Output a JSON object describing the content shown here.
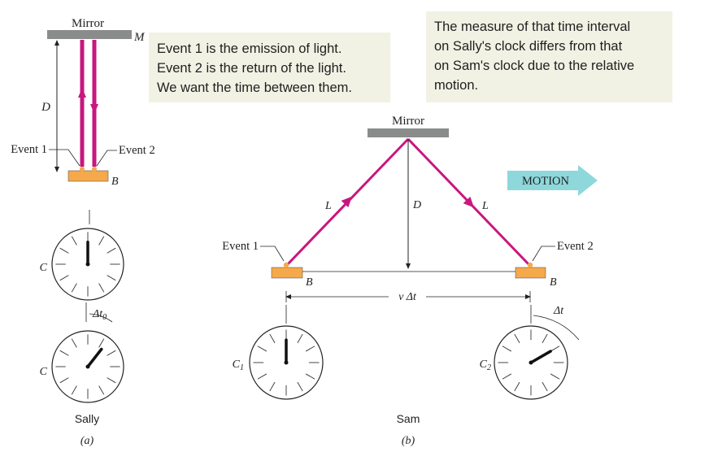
{
  "colors": {
    "light_path": "#c8177f",
    "body_orange": "#f6a94a",
    "mirror_gray": "#8a8c8c",
    "note_bg": "#f1f2e4",
    "motion_arrow": "#8ed8dc"
  },
  "notes": {
    "left": [
      "Event 1 is the emission of light.",
      "Event 2 is the return of the light.",
      "We want the time between them."
    ],
    "right": [
      "The measure of that time interval",
      "on Sally's clock differs from that",
      "on Sam's clock due to the relative",
      "motion."
    ]
  },
  "panel_a": {
    "mirror_label": "Mirror",
    "mirror_letter": "M",
    "distance_label": "D",
    "event1_label": "Event 1",
    "event2_label": "Event 2",
    "base_letter": "B",
    "clock1_letter": "C",
    "clock2_letter": "C",
    "interval_label": "Δt",
    "interval_subscript": "0",
    "observer_label": "Sally",
    "panel_label": "(a)"
  },
  "panel_b": {
    "mirror_label": "Mirror",
    "path_left_label": "L",
    "path_right_label": "L",
    "distance_label": "D",
    "event1_label": "Event 1",
    "event2_label": "Event 2",
    "base_left_letter": "B",
    "base_right_letter": "B",
    "displacement_label": "v Δt",
    "clock1_letter": "C",
    "clock1_subscript": "1",
    "clock2_letter": "C",
    "clock2_subscript": "2",
    "interval_label": "Δt",
    "motion_label": "MOTION",
    "observer_label": "Sam",
    "panel_label": "(b)"
  }
}
